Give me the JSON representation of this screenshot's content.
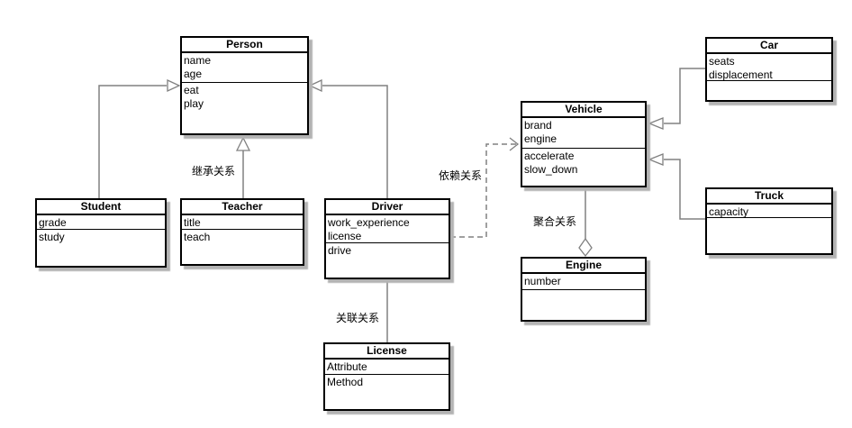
{
  "diagram": {
    "type": "uml-class-diagram"
  },
  "classes": {
    "person": {
      "title": "Person",
      "attributes": [
        "name",
        "age"
      ],
      "methods": [
        "eat",
        "play"
      ]
    },
    "student": {
      "title": "Student",
      "attributes": [
        "grade"
      ],
      "methods": [
        "study"
      ]
    },
    "teacher": {
      "title": "Teacher",
      "attributes": [
        "title"
      ],
      "methods": [
        "teach"
      ]
    },
    "driver": {
      "title": "Driver",
      "attributes": [
        "work_experience",
        "license"
      ],
      "methods": [
        "drive"
      ]
    },
    "license": {
      "title": "License",
      "attributes": [
        "Attribute"
      ],
      "methods": [
        "Method"
      ]
    },
    "vehicle": {
      "title": "Vehicle",
      "attributes": [
        "brand",
        "engine"
      ],
      "methods": [
        "accelerate",
        "slow_down"
      ]
    },
    "engine": {
      "title": "Engine",
      "attributes": [
        "number"
      ],
      "methods": []
    },
    "car": {
      "title": "Car",
      "attributes": [
        "seats",
        "displacement"
      ],
      "methods": []
    },
    "truck": {
      "title": "Truck",
      "attributes": [
        "capacity"
      ],
      "methods": []
    }
  },
  "relationship_labels": {
    "inheritance": "继承关系",
    "dependency": "依赖关系",
    "association": "关联关系",
    "aggregation": "聚合关系"
  },
  "colors": {
    "connector": "#808080",
    "box_border": "#000000",
    "box_shadow": "#b3b3b3",
    "background": "#ffffff"
  }
}
